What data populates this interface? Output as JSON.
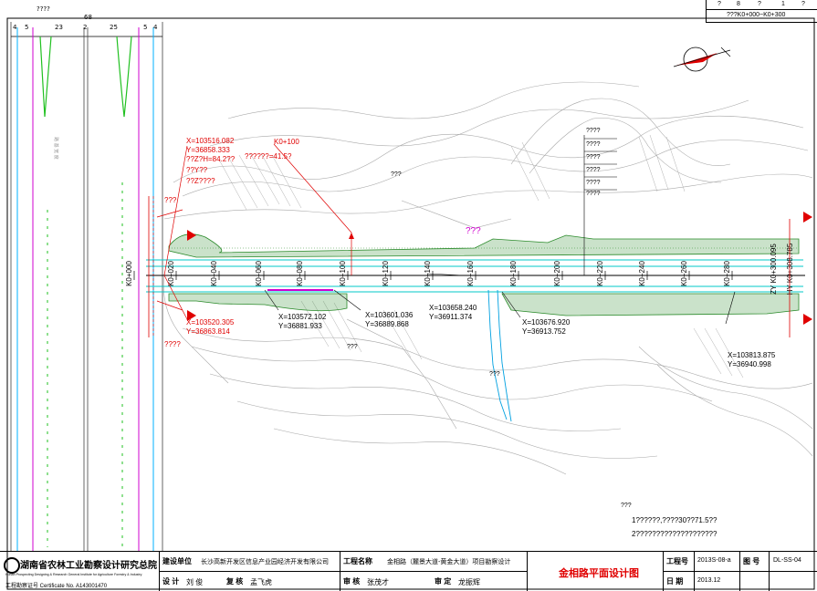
{
  "header": {
    "top_label": "????",
    "total_width": "68",
    "segments": [
      "4",
      "5",
      "23",
      "2",
      "25",
      "5",
      "4"
    ]
  },
  "top_right_box": {
    "cols": [
      "?",
      "8",
      "?",
      "1",
      "?"
    ],
    "range_text": "???K0+000~K0+300"
  },
  "stations": [
    "K0+000",
    "K0+020",
    "K0+040",
    "K0+060",
    "K0+080",
    "K0+100",
    "K0+120",
    "K0+140",
    "K0+160",
    "K0+180",
    "K0+200",
    "K0+220",
    "K0+240",
    "K0+260",
    "K0+280",
    "K0+300.095",
    "K0+308.785"
  ],
  "stations_ext": [
    "ZY K0+300.095",
    "HY K0+308.785"
  ],
  "coord_labels": {
    "top_left": {
      "x": "X=103516.082",
      "y": "Y=36858.333",
      "l1": "??Z?H=84.2??",
      "l2": "??Y??",
      "l3": "??Z????"
    },
    "top_mid": {
      "k": "K0+100",
      "note": "??????=41.5?"
    },
    "bottom_left": {
      "x": "X=103520.305",
      "y": "Y=36863.814",
      "l1": "????"
    },
    "p1": {
      "x": "X=103572.102",
      "y": "Y=36881.933"
    },
    "p2": {
      "x": "X=103601.036",
      "y": "Y=36889.868"
    },
    "p3": {
      "x": "X=103658.240",
      "y": "Y=36911.374"
    },
    "p4": {
      "x": "X=103676.920",
      "y": "Y=36913.752"
    },
    "p5": {
      "x": "X=103813.875",
      "y": "Y=36940.998"
    }
  },
  "misc_labels": {
    "mark_a": "???",
    "mark_b": "???",
    "mark_c": "????",
    "mark_d": "???",
    "mark_e": "???",
    "note_title": "???",
    "note_line1": "1??????,????30??71.5??",
    "note_line2": "2????????????????????",
    "q_left": "???",
    "rows": [
      "????",
      "????",
      "????",
      "????",
      "????"
    ]
  },
  "title_block": {
    "institute": "湖南省农林工业勘察设计研究总院",
    "institute_en": "Hunan Prospecting Designing & Research General Institute for Agriculture Forestry & Industry",
    "certificate": "工程勘察证号 Certificate No.  A143001470",
    "owner_label": "建设单位",
    "owner_value": "长沙高新开发区信息产业园经济开发有限公司",
    "project_label": "工程名称",
    "project_value": "金相路（麓景大道-黄金大道）项目勘察设计",
    "drawing_title": "金相路平面设计图",
    "no_label": "工程号",
    "no_value": "2013S-08-a",
    "sheet_label": "图 号",
    "sheet_value": "DL-SS-04",
    "design_label": "设 计",
    "design_value": "刘 俊",
    "check_label": "复 核",
    "check_value": "孟飞虎",
    "review_label": "审 核",
    "review_value": "张茂才",
    "approve_label": "审 定",
    "approve_value": "龙振辉",
    "date_label": "日 期",
    "date_value": "2013.12"
  },
  "colors": {
    "centerline": "#000000",
    "road_edge": "#00c8c8",
    "slope": "#2a8a2a",
    "annotation": "#e00000",
    "terrain": "#9a9a9a",
    "magenta": "#d000d0",
    "title_red": "#e00000"
  }
}
